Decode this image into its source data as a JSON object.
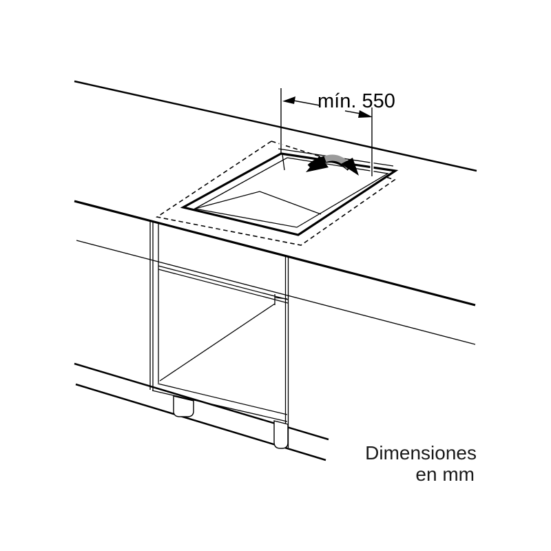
{
  "diagram": {
    "title_semantic": "hob-cutout-installation-diagram",
    "dimension_label": "mín. 550",
    "units_note": {
      "line1": "Dimensiones",
      "line2": "en mm"
    },
    "icons": {
      "insert_arrow": "curved-double-headed-arrow"
    },
    "colors": {
      "line": "#000000",
      "arrow_gray": "#9b9b9b",
      "background": "#ffffff"
    }
  }
}
